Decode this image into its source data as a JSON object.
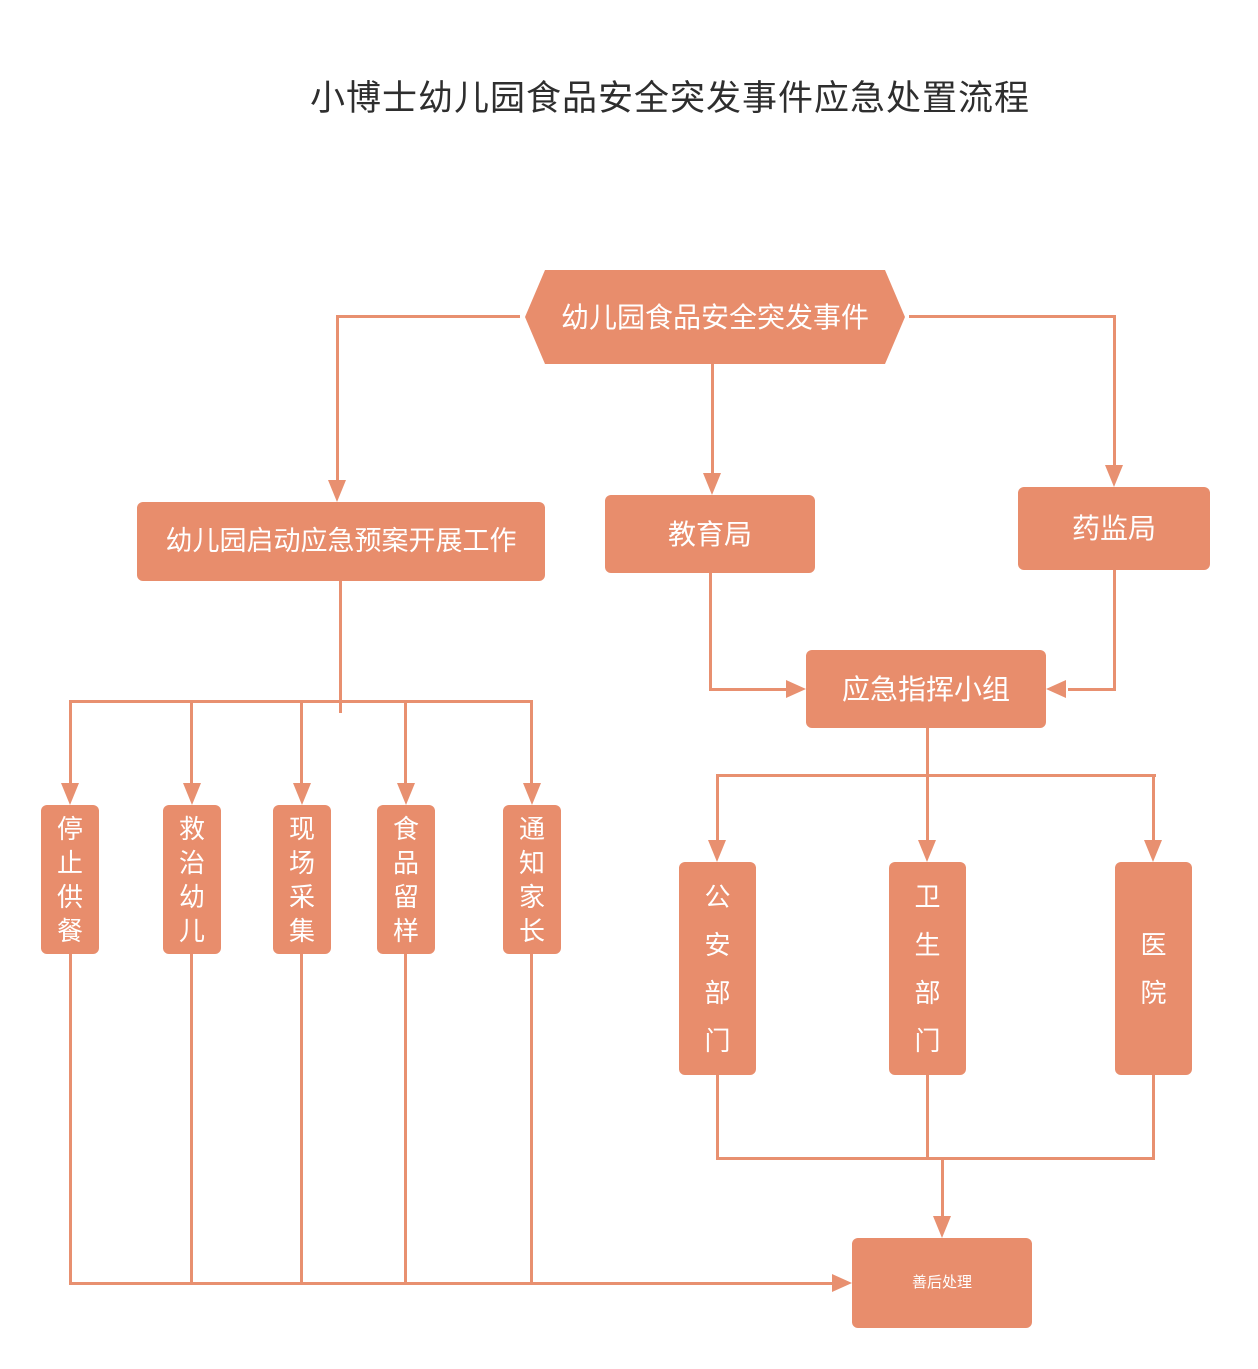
{
  "title": "小博士幼儿园食品安全突发事件应急处置流程",
  "colors": {
    "shape_fill": "#e88d6c",
    "line": "#e89070",
    "shape_text": "#ffffff",
    "title_text": "#2e2e2e",
    "background": "#ffffff"
  },
  "nodes": {
    "incident": "幼儿园食品安全突发事件",
    "plan": "幼儿园启动应急预案开展工作",
    "education_bureau": "教育局",
    "drug_administration": "药监局",
    "command_group": "应急指挥小组",
    "stop_meals": "停止供餐",
    "treat_children": "救治幼儿",
    "site_collection": "现场采集",
    "food_sample": "食品留样",
    "notify_parents": "通知家长",
    "public_security": "公安部门",
    "health_department": "卫生部门",
    "hospital": "医院",
    "aftermath": "善后处理"
  }
}
